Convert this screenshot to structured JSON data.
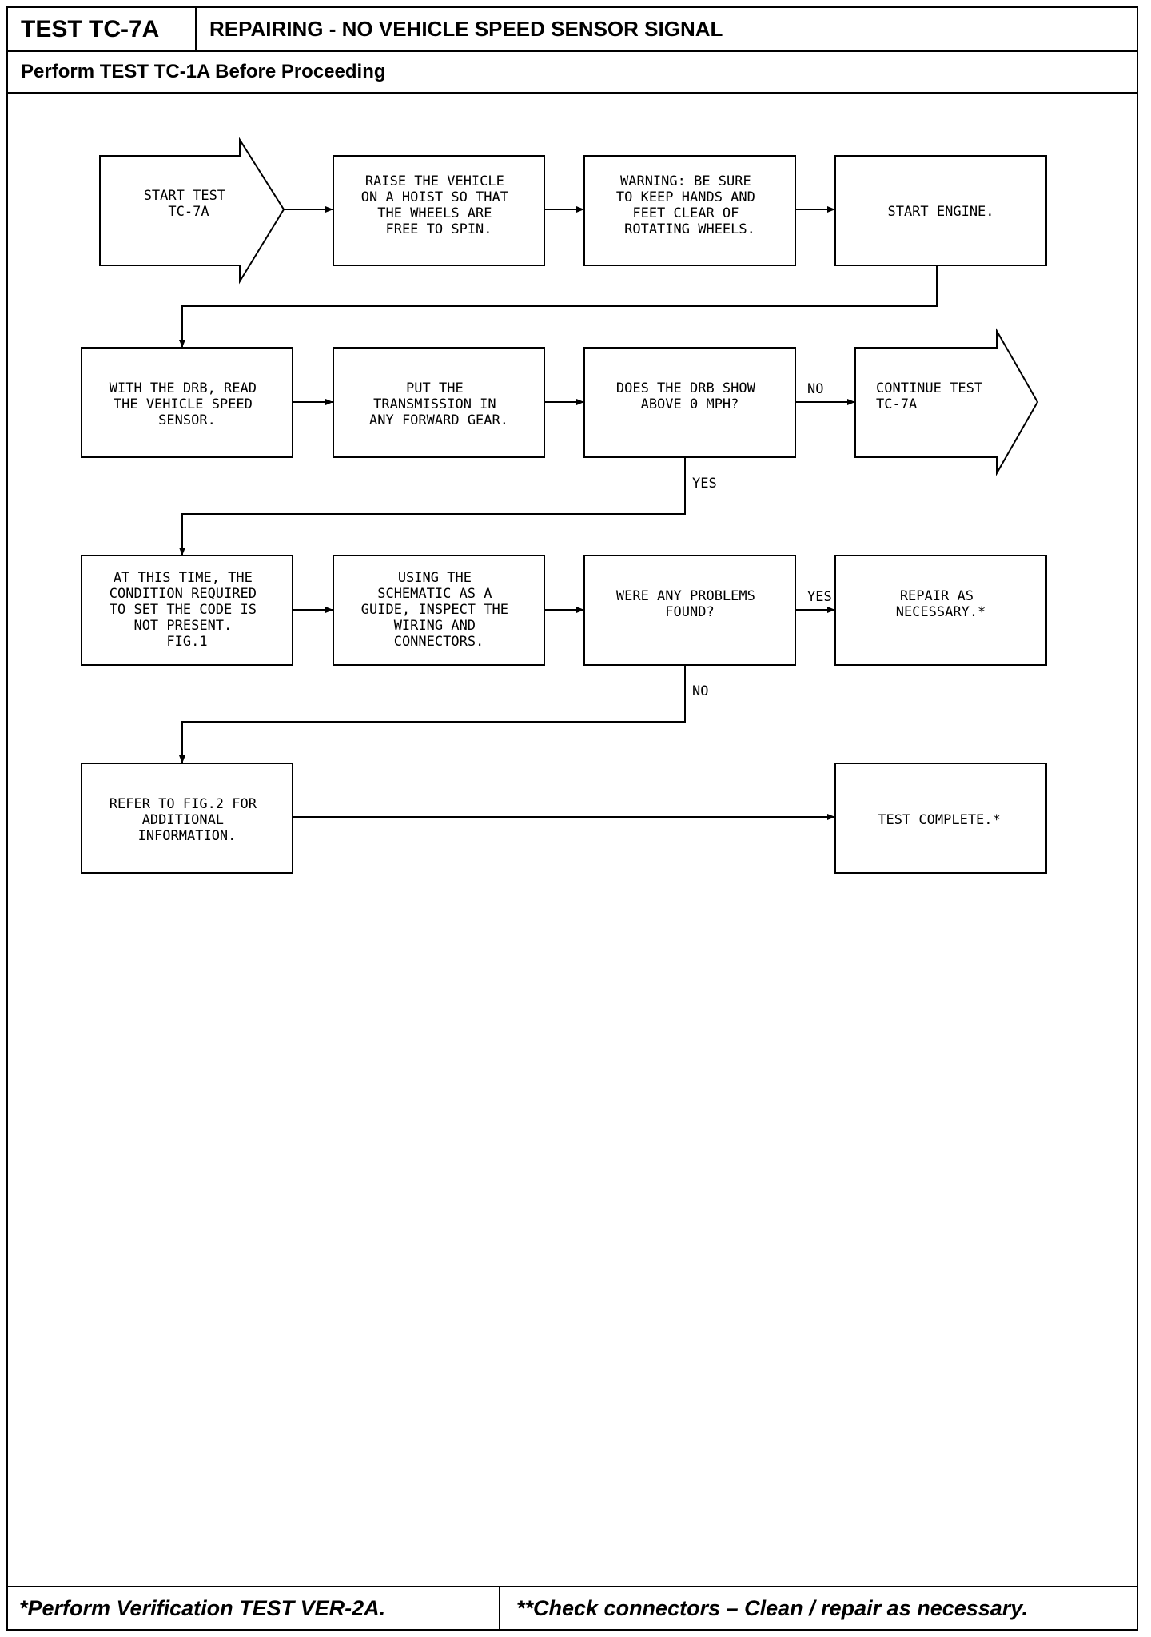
{
  "header": {
    "test_id": "TEST TC-7A",
    "title": "REPAIRING - NO VEHICLE SPEED SENSOR SIGNAL",
    "prerequisite": "Perform TEST TC-1A Before Proceeding"
  },
  "flowchart": {
    "start": [
      "START TEST",
      "TC-7A"
    ],
    "raise_vehicle": [
      "RAISE THE VEHICLE",
      "ON A HOIST SO THAT",
      "THE WHEELS ARE",
      "FREE TO SPIN."
    ],
    "warning": [
      "WARNING: BE SURE",
      "TO KEEP HANDS AND",
      "FEET CLEAR OF",
      "ROTATING WHEELS."
    ],
    "start_engine": [
      "START ENGINE."
    ],
    "read_vss": [
      "WITH THE DRB, READ",
      "THE VEHICLE SPEED",
      "SENSOR."
    ],
    "put_gear": [
      "PUT THE",
      "TRANSMISSION IN",
      "ANY FORWARD GEAR."
    ],
    "question_mph": [
      "DOES THE DRB SHOW",
      "ABOVE 0 MPH?"
    ],
    "continue_test": [
      "CONTINUE TEST",
      "TC-7A"
    ],
    "condition": [
      "AT THIS TIME, THE",
      "CONDITION REQUIRED",
      "TO SET THE CODE IS",
      "NOT PRESENT.",
      "FIG.1"
    ],
    "inspect": [
      "USING THE",
      "SCHEMATIC AS A",
      "GUIDE, INSPECT THE",
      "WIRING AND",
      "CONNECTORS."
    ],
    "question_problems": [
      "WERE ANY PROBLEMS",
      "FOUND?"
    ],
    "repair": [
      "REPAIR AS",
      "NECESSARY.*"
    ],
    "refer": [
      "REFER TO FIG.2 FOR",
      "ADDITIONAL",
      "INFORMATION."
    ],
    "complete": [
      "TEST COMPLETE.*"
    ],
    "labels": {
      "no_1": "NO",
      "yes_1": "YES",
      "yes_2": "YES",
      "no_2": "NO"
    }
  },
  "footer": {
    "left": "*Perform Verification TEST VER-2A.",
    "right": "**Check connectors – Clean / repair as necessary."
  }
}
